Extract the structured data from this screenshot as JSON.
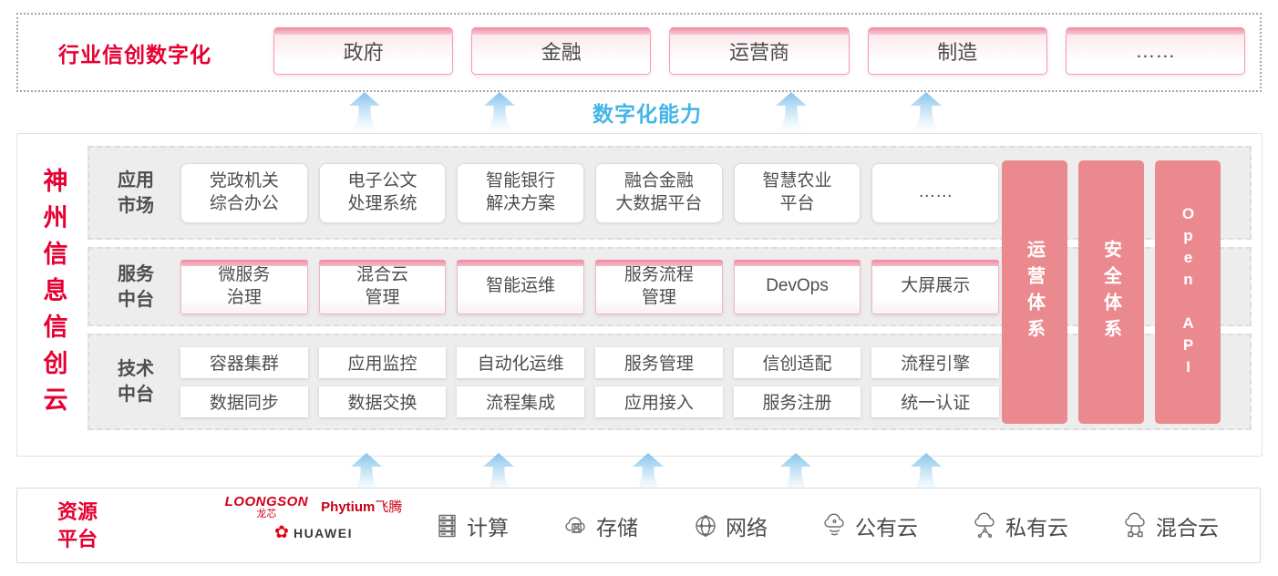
{
  "colors": {
    "brand_red": "#e60032",
    "pillar_pink": "#ea8a8f",
    "capability_blue": "#45b4e6",
    "text_dark": "#4e4e4e"
  },
  "top_section": {
    "title": "行业信创数字化",
    "industries": [
      "政府",
      "金融",
      "运营商",
      "制造",
      "……"
    ]
  },
  "capability_label": "数字化能力",
  "main_section": {
    "side_title": "神州信息信创云",
    "rows": [
      {
        "label": "应用\n市场",
        "items": [
          "党政机关\n综合办公",
          "电子公文\n处理系统",
          "智能银行\n解决方案",
          "融合金融\n大数据平台",
          "智慧农业\n平台",
          "……"
        ]
      },
      {
        "label": "服务\n中台",
        "items": [
          "微服务\n治理",
          "混合云\n管理",
          "智能运维",
          "服务流程\n管理",
          "DevOps",
          "大屏展示"
        ]
      },
      {
        "label": "技术\n中台",
        "items_top": [
          "容器集群",
          "应用监控",
          "自动化运维",
          "服务管理",
          "信创适配",
          "流程引擎"
        ],
        "items_bottom": [
          "数据同步",
          "数据交换",
          "流程集成",
          "应用接入",
          "服务注册",
          "统一认证"
        ]
      }
    ],
    "pillars": [
      "运营体系",
      "安全体系",
      "Open API"
    ]
  },
  "bottom_section": {
    "label": "资源\n平台",
    "vendors": {
      "loongson_en": "LOONGSON",
      "loongson_cn": "龙芯",
      "phytium_en": "Phytium",
      "phytium_cn": "飞腾",
      "huawei_en": "HUAWEI"
    },
    "resources": [
      {
        "icon": "compute-icon",
        "label": "计算"
      },
      {
        "icon": "storage-icon",
        "label": "存储"
      },
      {
        "icon": "network-icon",
        "label": "网络"
      },
      {
        "icon": "public-cloud-icon",
        "label": "公有云"
      },
      {
        "icon": "private-cloud-icon",
        "label": "私有云"
      },
      {
        "icon": "hybrid-cloud-icon",
        "label": "混合云"
      }
    ]
  }
}
